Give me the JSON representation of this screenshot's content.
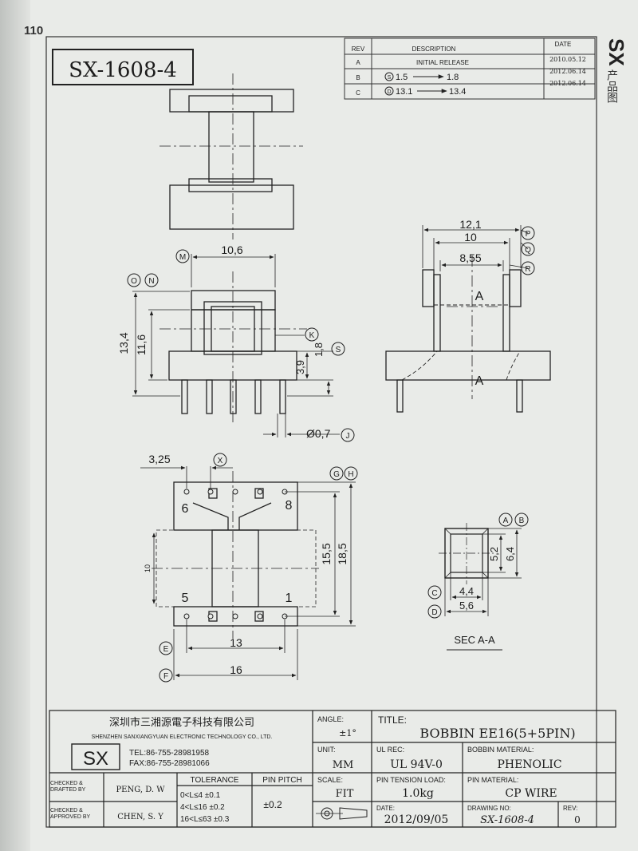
{
  "page_number": "110",
  "side_brand": {
    "logo": "SX",
    "caption": "产品图"
  },
  "part_number": "SX-1608-4",
  "revision_table": {
    "headers": {
      "rev": "REV",
      "description": "DESCRIPTION",
      "date": "DATE"
    },
    "rows": [
      {
        "rev": "A",
        "marker": "",
        "desc_from": "INITIAL RELEASE",
        "desc_to": "",
        "date": "2010.05.12"
      },
      {
        "rev": "B",
        "marker": "S",
        "desc_from": "1.5",
        "desc_to": "1.8",
        "date": "2012.06.14"
      },
      {
        "rev": "C",
        "marker": "D",
        "desc_from": "13.1",
        "desc_to": "13.4",
        "date": "2012.06.14"
      }
    ]
  },
  "dimensions": {
    "front_width": "10,6",
    "front_height_total": "13,4",
    "front_height_body": "11,6",
    "flange_height": "1,8",
    "base_height": "3,9",
    "pin_diameter": "Ø0,7",
    "side_outer_width": "12,1",
    "side_mid_width": "10",
    "side_inner_width": "8,55",
    "section_mark": "A",
    "pin_spacing_top": "3,25",
    "bottom_row_pitch": "13",
    "overall_width": "16",
    "height_inner": "15,5",
    "height_outer": "18,5",
    "core_dim": "10",
    "sec_inner_h": "5,2",
    "sec_outer_h": "6,4",
    "sec_inner_w": "4,4",
    "sec_outer_w": "5,6",
    "section_label": "SEC A-A"
  },
  "callouts": [
    "M",
    "N",
    "O",
    "K",
    "S",
    "J",
    "P",
    "Q",
    "R",
    "X",
    "G",
    "H",
    "E",
    "F",
    "A",
    "B",
    "C",
    "D"
  ],
  "pin_numbers": {
    "top_left": "6",
    "top_right": "8",
    "bottom_left": "5",
    "bottom_right": "1"
  },
  "title_block": {
    "company_cn": "深圳市三湘源電子科技有限公司",
    "company_en": "SHENZHEN SANXIANGYUAN ELECTRONIC TECHNOLOGY CO., LTD.",
    "logo": "SX",
    "tel": "TEL:86-755-28981958",
    "fax": "FAX:86-755-28981066",
    "angle_label": "ANGLE:",
    "angle_value": "±1°",
    "unit_label": "UNIT:",
    "unit_value": "MM",
    "scale_label": "SCALE:",
    "scale_value": "FIT",
    "title_label": "TITLE:",
    "title_value": "BOBBIN   EE16(5+5PIN)",
    "ul_label": "UL REC:",
    "ul_value": "UL 94V-0",
    "bobbin_material_label": "BOBBIN MATERIAL:",
    "bobbin_material_value": "PHENOLIC",
    "pin_tension_label": "PIN TENSION LOAD:",
    "pin_tension_value": "1.0kg",
    "pin_material_label": "PIN MATERIAL:",
    "pin_material_value": "CP WIRE",
    "date_label": "DATE:",
    "date_value": "2012/09/05",
    "drawing_no_label": "DRAWING NO:",
    "drawing_no_value": "SX-1608-4",
    "rev_label": "REV:",
    "rev_value": "0",
    "checked_label": "CHECKED & DRAFTED BY",
    "checked_value": "PENG, D. W",
    "approved_label": "CHECKED & APPROVED BY",
    "approved_value": "CHEN, S. Y",
    "tolerance_label": "TOLERANCE",
    "tolerance_lines": [
      "0<L≤4   ±0.1",
      "4<L≤16  ±0.2",
      "16<L≤63 ±0.3"
    ],
    "pin_pitch_label": "PIN PITCH",
    "pin_pitch_value": "±0.2"
  }
}
